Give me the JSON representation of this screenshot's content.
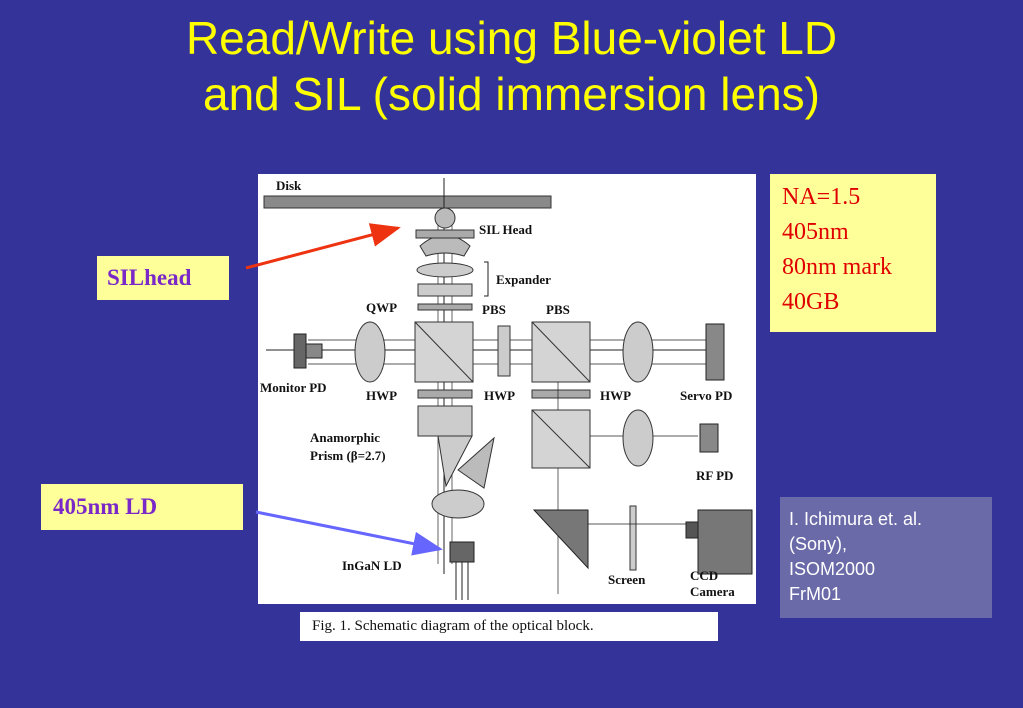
{
  "slide": {
    "title_line1": "Read/Write using Blue-violet LD",
    "title_line2": "and SIL (solid immersion lens)"
  },
  "specs": {
    "lines": [
      "NA=1.5",
      "405nm",
      "80nm mark",
      "40GB"
    ]
  },
  "callouts": {
    "sil_head": "SILhead",
    "ld": "405nm LD"
  },
  "reference": {
    "lines": [
      "I. Ichimura et. al.",
      "(Sony),",
      "ISOM2000",
      "FrM01"
    ]
  },
  "figure": {
    "caption": "Fig. 1.    Schematic diagram of the optical block.",
    "labels": {
      "disk": "Disk",
      "sil_head": "SIL Head",
      "expander": "Expander",
      "qwp": "QWP",
      "pbs1": "PBS",
      "pbs2": "PBS",
      "monitor_pd": "Monitor PD",
      "hwp1": "HWP",
      "hwp2": "HWP",
      "hwp3": "HWP",
      "servo_pd": "Servo PD",
      "anamorphic_line1": "Anamorphic",
      "anamorphic_line2": "Prism (β=2.7)",
      "rf_pd": "RF PD",
      "ingan_ld": "InGaN LD",
      "screen": "Screen",
      "ccd_line1": "CCD",
      "ccd_line2": "Camera"
    }
  },
  "colors": {
    "background": "#33339a",
    "title": "#ffff00",
    "specs_text": "#e00000",
    "callout_text": "#7a28c8",
    "box_fill": "#ffff99",
    "ref_fill": "#6a6aa8",
    "arrow_red": "#ee3311",
    "arrow_blue": "#6666ff"
  }
}
